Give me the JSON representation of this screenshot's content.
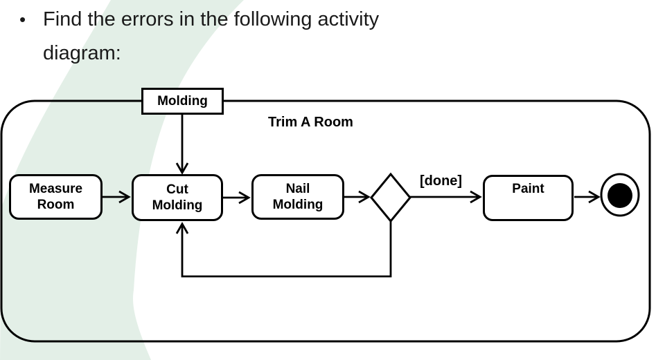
{
  "slide": {
    "bullet_glyph": "•",
    "title_lines": [
      "Find the errors in the following activity",
      "diagram:"
    ]
  },
  "diagram": {
    "frame_label": "Trim A Room",
    "object_node_label": "Molding",
    "guard_label": "[done]",
    "nodes": [
      {
        "id": "measure-room",
        "lines": [
          "Measure",
          "Room"
        ]
      },
      {
        "id": "cut-molding",
        "lines": [
          "Cut",
          "Molding"
        ]
      },
      {
        "id": "nail-molding",
        "lines": [
          "Nail",
          "Molding"
        ]
      },
      {
        "id": "paint",
        "lines": [
          "Paint"
        ]
      }
    ],
    "colors": {
      "swoosh": "#e3efe7",
      "stroke": "#000000",
      "node_fill": "#ffffff"
    }
  }
}
